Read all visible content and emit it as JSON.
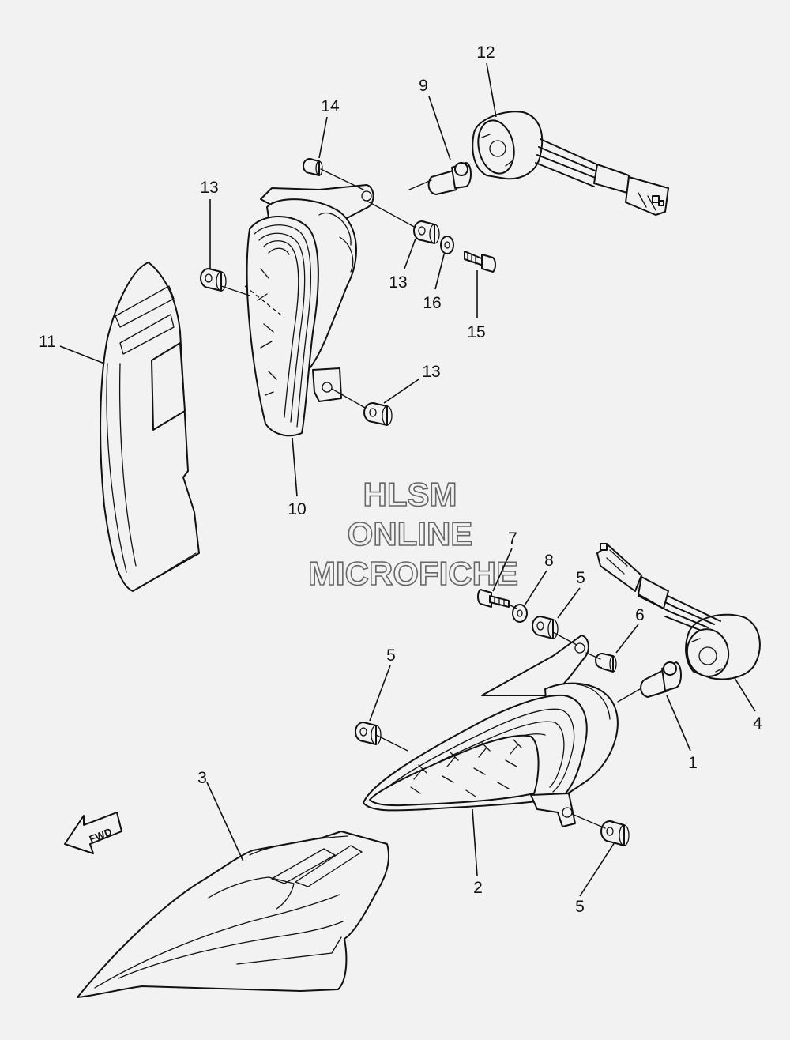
{
  "watermark": {
    "line1": "HLSM",
    "line2": "ONLINE",
    "line3": "MICROFICHE"
  },
  "fwd_label": "FWD",
  "callouts": [
    {
      "id": "p12",
      "label": "12"
    },
    {
      "id": "p9",
      "label": "9"
    },
    {
      "id": "p14",
      "label": "14"
    },
    {
      "id": "p13a",
      "label": "13"
    },
    {
      "id": "p13b",
      "label": "13"
    },
    {
      "id": "p16",
      "label": "16"
    },
    {
      "id": "p15",
      "label": "15"
    },
    {
      "id": "p11",
      "label": "11"
    },
    {
      "id": "p13c",
      "label": "13"
    },
    {
      "id": "p10",
      "label": "10"
    },
    {
      "id": "p7",
      "label": "7"
    },
    {
      "id": "p8",
      "label": "8"
    },
    {
      "id": "p5a",
      "label": "5"
    },
    {
      "id": "p6",
      "label": "6"
    },
    {
      "id": "p5b",
      "label": "5"
    },
    {
      "id": "p4",
      "label": "4"
    },
    {
      "id": "p1",
      "label": "1"
    },
    {
      "id": "p3",
      "label": "3"
    },
    {
      "id": "p2",
      "label": "2"
    },
    {
      "id": "p5c",
      "label": "5"
    }
  ]
}
